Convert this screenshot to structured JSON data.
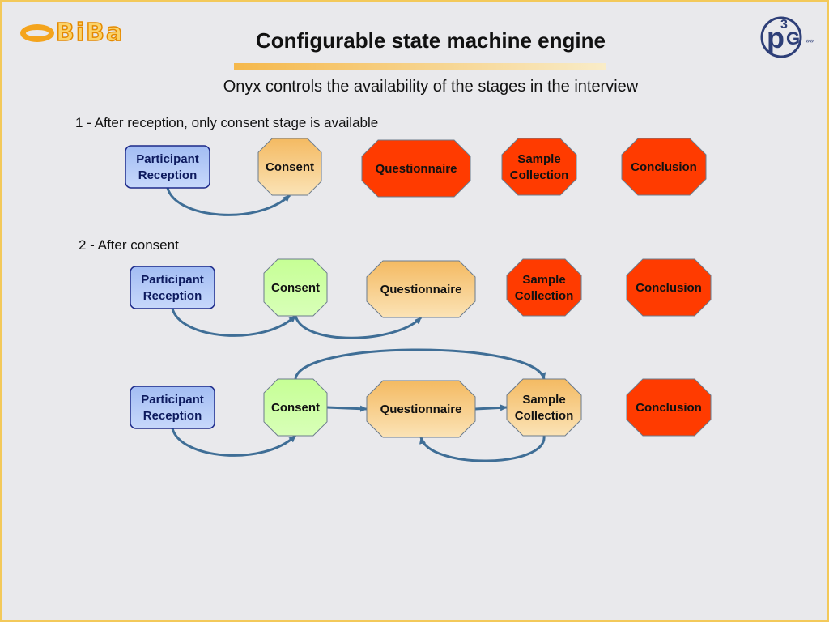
{
  "header": {
    "logo_left": "BiBa",
    "logo_right": "P3G",
    "title": "Configurable state machine engine",
    "subtitle": "Onyx controls the availability of the stages in the interview"
  },
  "steps": [
    {
      "label": "1 - After reception, only consent stage is available"
    },
    {
      "label": "2 - After consent"
    }
  ],
  "stages": {
    "reception": [
      "Participant",
      "Reception"
    ],
    "consent": [
      "Consent"
    ],
    "questionnaire": [
      "Questionnaire"
    ],
    "sample": [
      "Sample",
      "Collection"
    ],
    "conclusion": [
      "Conclusion"
    ]
  },
  "colors": {
    "available": "#f6c57a",
    "completed": "#c9ff9c",
    "unavailable": "#ff3b00",
    "reception": "#a9c3f5",
    "arrow": "#3f6e96"
  },
  "rows": [
    {
      "states": {
        "reception": "reception",
        "consent": "available",
        "questionnaire": "unavailable",
        "sample": "unavailable",
        "conclusion": "unavailable"
      },
      "transitions": [
        {
          "from": "reception",
          "to": "consent"
        }
      ]
    },
    {
      "states": {
        "reception": "reception",
        "consent": "completed",
        "questionnaire": "available",
        "sample": "unavailable",
        "conclusion": "unavailable"
      },
      "transitions": [
        {
          "from": "reception",
          "to": "consent"
        },
        {
          "from": "consent",
          "to": "questionnaire"
        }
      ]
    },
    {
      "states": {
        "reception": "reception",
        "consent": "completed",
        "questionnaire": "available",
        "sample": "available",
        "conclusion": "unavailable"
      },
      "transitions": [
        {
          "from": "reception",
          "to": "consent"
        },
        {
          "from": "consent",
          "to": "questionnaire"
        },
        {
          "from": "questionnaire",
          "to": "sample"
        },
        {
          "from": "consent",
          "to": "sample"
        },
        {
          "from": "sample",
          "to": "questionnaire"
        }
      ]
    }
  ]
}
